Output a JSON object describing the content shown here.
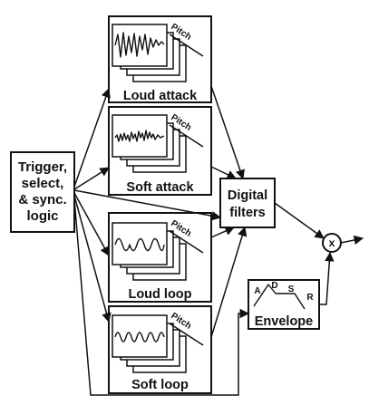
{
  "logic": {
    "lines": [
      "Trigger,",
      "select,",
      "& sync.",
      "logic"
    ]
  },
  "banks": [
    {
      "label": "Loud attack",
      "pitch": "Pitch"
    },
    {
      "label": "Soft attack",
      "pitch": "Pitch"
    },
    {
      "label": "Loud loop",
      "pitch": "Pitch"
    },
    {
      "label": "Soft loop",
      "pitch": "Pitch"
    }
  ],
  "filters": {
    "lines": [
      "Digital",
      "filters"
    ]
  },
  "envelope": {
    "label": "Envelope",
    "stages": [
      "A",
      "D",
      "S",
      "R"
    ]
  },
  "multiplier": {
    "symbol": "x"
  }
}
